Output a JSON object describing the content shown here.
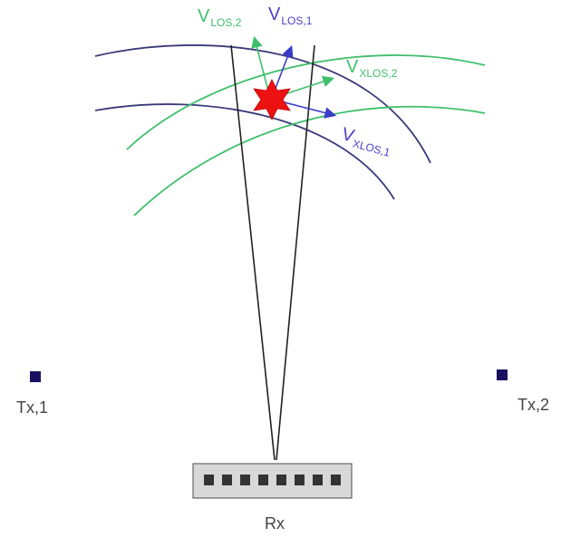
{
  "labels": {
    "v_los_2": {
      "main": "V",
      "sub": "LOS,2"
    },
    "v_los_1": {
      "main": "V",
      "sub": "LOS,1"
    },
    "v_xlos_2": {
      "main": "V",
      "sub": "XLOS,2"
    },
    "v_xlos_1": {
      "main": "V",
      "sub": "XLOS,1"
    },
    "tx1": "Tx,1",
    "tx2": "Tx,2",
    "rx": "Rx"
  },
  "colors": {
    "green": "#3fbf6a",
    "blue": "#4b3fc8",
    "navy_curve": "#3a3a7a",
    "beam": "#222222",
    "star": "#ee1111",
    "tx_marker": "#1a1060",
    "rx_box": "#d8d8d8",
    "rx_cell": "#333333"
  },
  "icons": {
    "target": "star-icon",
    "tx": "square-marker-icon",
    "rx": "antenna-array-icon"
  }
}
